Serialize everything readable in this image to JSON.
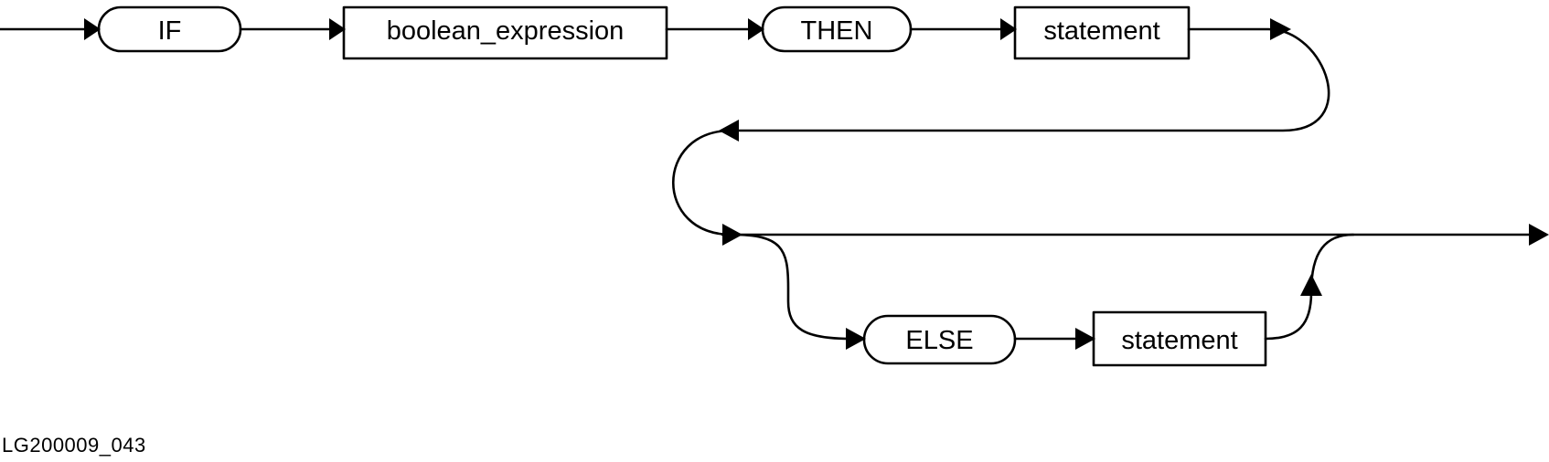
{
  "diagram": {
    "type": "syntax-railroad",
    "stroke_color": "#000000",
    "nodes": [
      {
        "id": "if",
        "kind": "keyword",
        "label": "IF"
      },
      {
        "id": "boolean_expression",
        "kind": "nonterminal",
        "label": "boolean_expression"
      },
      {
        "id": "then",
        "kind": "keyword",
        "label": "THEN"
      },
      {
        "id": "statement_then",
        "kind": "nonterminal",
        "label": "statement"
      },
      {
        "id": "else",
        "kind": "keyword",
        "label": "ELSE"
      },
      {
        "id": "statement_else",
        "kind": "nonterminal",
        "label": "statement"
      }
    ],
    "edges": [
      {
        "from": "start",
        "to": "if"
      },
      {
        "from": "if",
        "to": "boolean_expression"
      },
      {
        "from": "boolean_expression",
        "to": "then"
      },
      {
        "from": "then",
        "to": "statement_then"
      },
      {
        "from": "statement_then",
        "to": "end",
        "path": "wrap-back-then-bypass"
      },
      {
        "from": "statement_then",
        "to": "else",
        "path": "wrap-back-then-branch"
      },
      {
        "from": "else",
        "to": "statement_else"
      },
      {
        "from": "statement_else",
        "to": "end"
      }
    ]
  },
  "caption": "LG200009_043"
}
